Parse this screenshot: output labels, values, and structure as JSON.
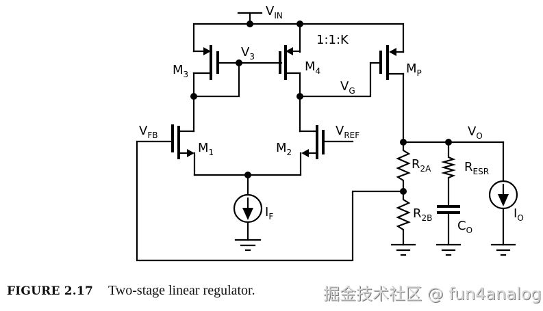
{
  "figure": {
    "number_label": "FIGURE 2.17",
    "caption": "Two-stage linear regulator.",
    "ratio_label": "1:1:K"
  },
  "nodes": {
    "vin": {
      "main": "V",
      "sub": "IN"
    },
    "v3": {
      "main": "V",
      "sub": "3"
    },
    "vg": {
      "main": "V",
      "sub": "G"
    },
    "vfb": {
      "main": "V",
      "sub": "FB"
    },
    "vref": {
      "main": "V",
      "sub": "REF"
    },
    "vo": {
      "main": "V",
      "sub": "O"
    }
  },
  "components": {
    "m1": {
      "main": "M",
      "sub": "1",
      "type": "NMOS"
    },
    "m2": {
      "main": "M",
      "sub": "2",
      "type": "NMOS"
    },
    "m3": {
      "main": "M",
      "sub": "3",
      "type": "PMOS"
    },
    "m4": {
      "main": "M",
      "sub": "4",
      "type": "PMOS"
    },
    "mp": {
      "main": "M",
      "sub": "P",
      "type": "PMOS"
    },
    "if": {
      "main": "I",
      "sub": "F",
      "type": "current-source"
    },
    "io": {
      "main": "I",
      "sub": "O",
      "type": "current-source"
    },
    "r2a": {
      "main": "R",
      "sub": "2A",
      "type": "resistor"
    },
    "r2b": {
      "main": "R",
      "sub": "2B",
      "type": "resistor"
    },
    "resr": {
      "main": "R",
      "sub": "ESR",
      "type": "resistor"
    },
    "co": {
      "main": "C",
      "sub": "O",
      "type": "capacitor"
    }
  },
  "watermark": "掘金技术社区 @ fun4analog"
}
